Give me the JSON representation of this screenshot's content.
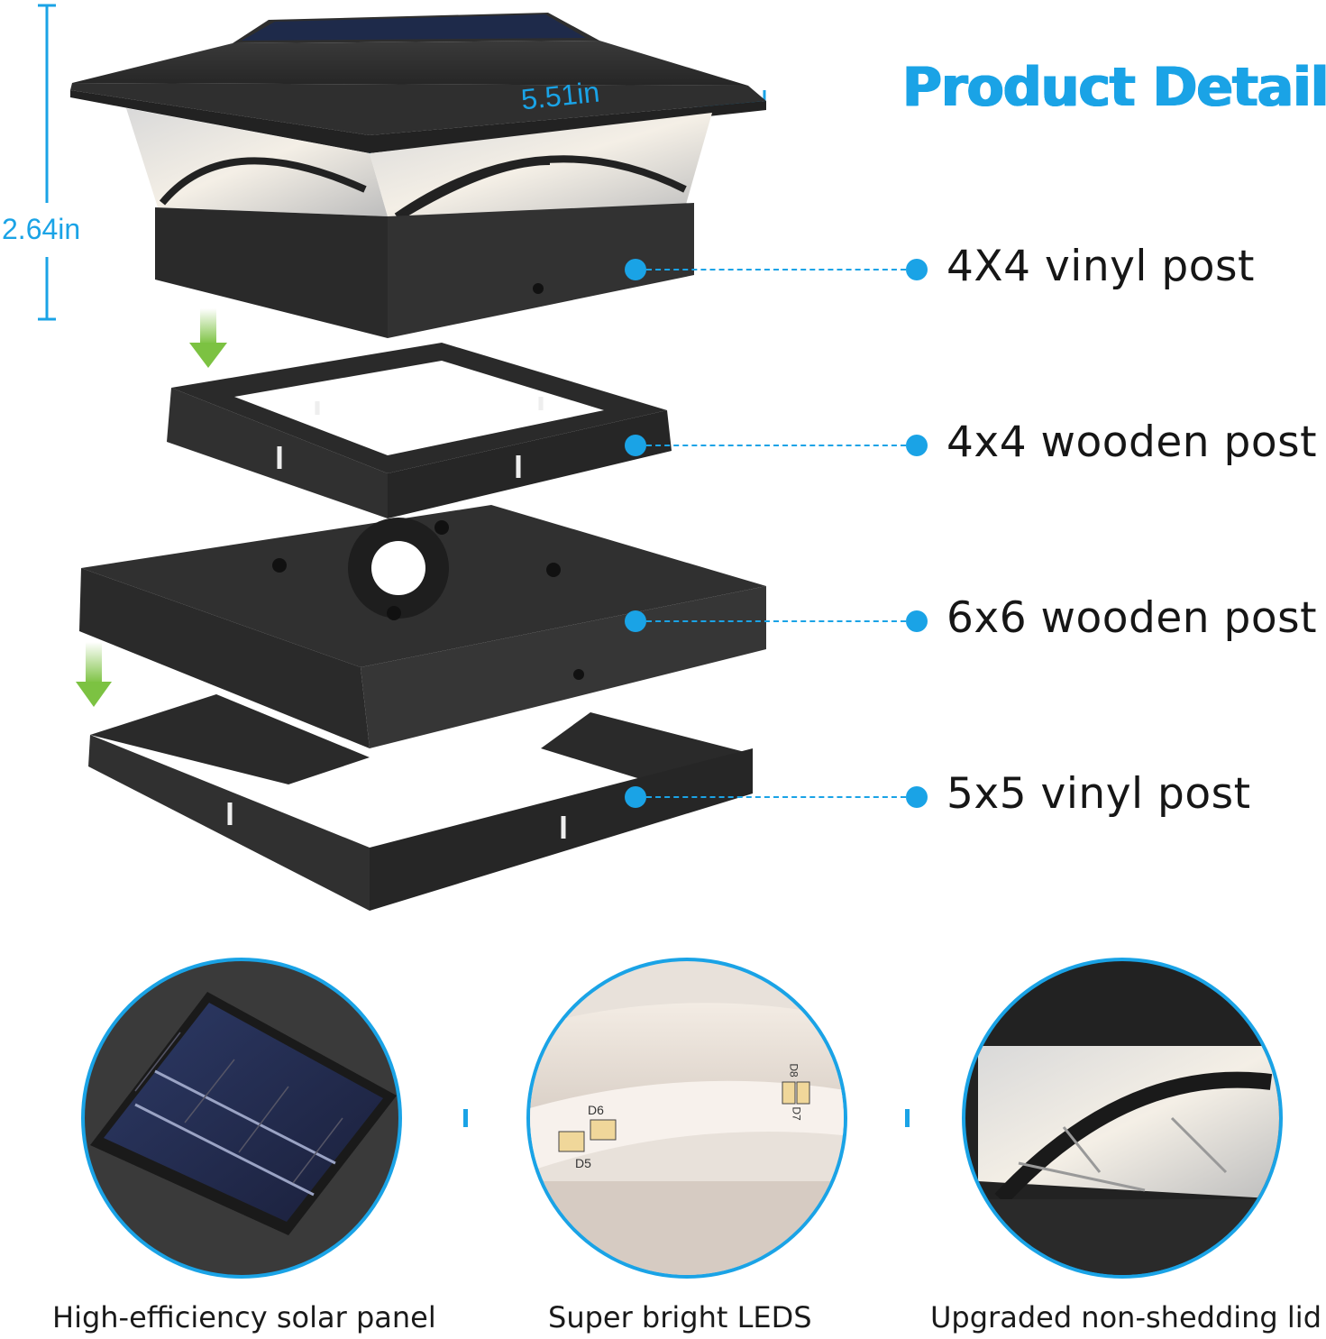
{
  "title": "Product Details",
  "dimensions": {
    "width_label": "5.51in",
    "height_label": "2.64in"
  },
  "callouts": [
    {
      "label": "4X4 vinyl post"
    },
    {
      "label": "4x4 wooden post"
    },
    {
      "label": "6x6 wooden post"
    },
    {
      "label": "5x5 vinyl post"
    }
  ],
  "features": [
    {
      "caption": "High-efficiency solar panel",
      "icon": "solar-panel-closeup"
    },
    {
      "caption": "Super bright LEDS",
      "icon": "led-strip-closeup",
      "led_markings": [
        "D6",
        "D5",
        "D8",
        "D7"
      ]
    },
    {
      "caption": "Upgraded non-shedding lid",
      "icon": "lid-glass-closeup"
    }
  ],
  "colors": {
    "accent": "#1aa3e6",
    "product": "#2b2b2b",
    "arrow": "#7cc242"
  }
}
